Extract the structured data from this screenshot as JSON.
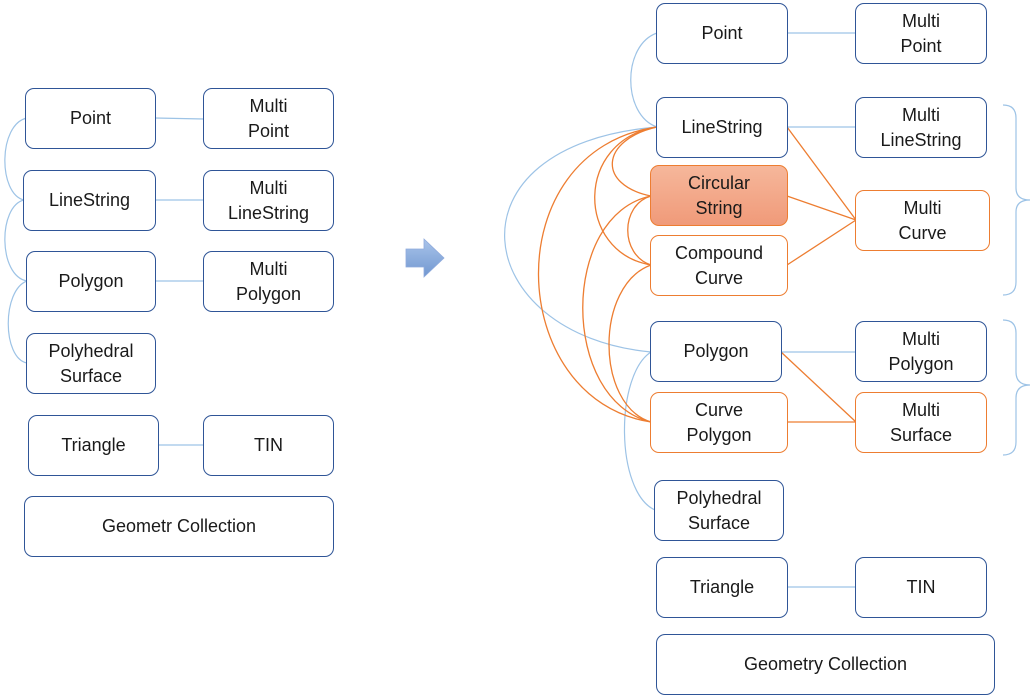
{
  "left": {
    "point": "Point",
    "multi_point": "Multi\nPoint",
    "linestring": "LineString",
    "multi_linestring": "Multi\nLineString",
    "polygon": "Polygon",
    "multi_polygon": "Multi\nPolygon",
    "polyhedral_surface": "Polyhedral\nSurface",
    "triangle": "Triangle",
    "tin": "TIN",
    "geometry_collection": "Geometr Collection"
  },
  "right": {
    "point": "Point",
    "multi_point": "Multi\nPoint",
    "linestring": "LineString",
    "multi_linestring": "Multi\nLineString",
    "circular_string": "Circular\nString",
    "compound_curve": "Compound\nCurve",
    "multi_curve": "Multi\nCurve",
    "polygon": "Polygon",
    "multi_polygon": "Multi\nPolygon",
    "curve_polygon": "Curve\nPolygon",
    "multi_surface": "Multi\nSurface",
    "polyhedral_surface": "Polyhedral\nSurface",
    "triangle": "Triangle",
    "tin": "TIN",
    "geometry_collection": "Geometry Collection"
  },
  "colors": {
    "box_border": "#2f5597",
    "blue_connector": "#9dc3e6",
    "orange": "#ed7d31",
    "circular_fill": "#f4a582",
    "arrow": "#8faadc"
  }
}
